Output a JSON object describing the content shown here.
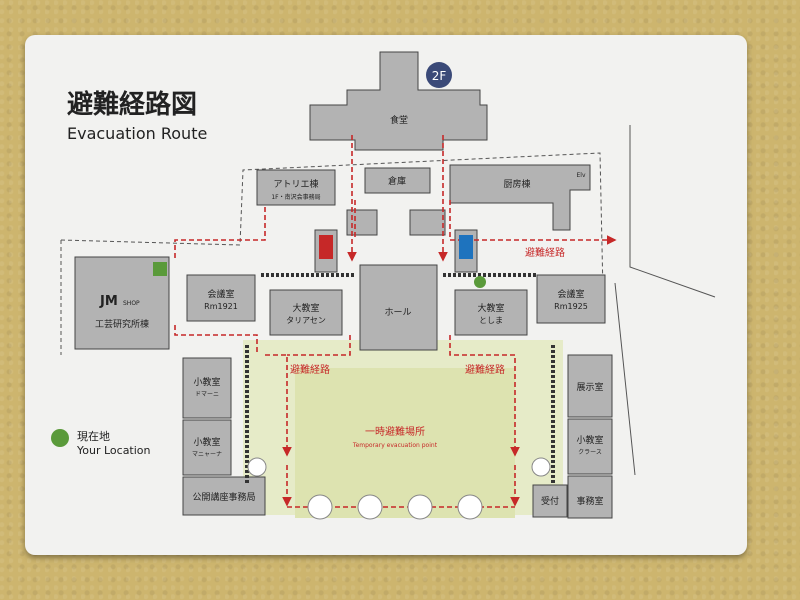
{
  "title_ja": "避難経路図",
  "title_en": "Evacuation Route",
  "floor_badge": "2F",
  "legend": {
    "label_ja": "現在地",
    "label_en": "Your Location"
  },
  "rooms": {
    "dining": "食堂",
    "atelier": "アトリエ棟",
    "atelier_sub": "1F・南沢会事務局",
    "storage": "倉庫",
    "kitchen": "厨房棟",
    "elv": "Elv",
    "craft_lab": "工芸研究所棟",
    "shop_logo": "JM",
    "shop_sub": "SHOP",
    "meeting_left": "会議室",
    "meeting_left_rm": "Rm1921",
    "lecture_left": "大教室",
    "lecture_left_name": "タリアセン",
    "hall": "ホール",
    "lecture_right": "大教室",
    "lecture_right_name": "としま",
    "meeting_right": "会議室",
    "meeting_right_rm": "Rm1925",
    "small1": "小教室",
    "small1_name": "ドマーニ",
    "small2": "小教室",
    "small2_name": "マニャーナ",
    "extension_office": "公開講座事務局",
    "exhibition": "展示室",
    "small3": "小教室",
    "small3_name": "クラース",
    "reception": "受付",
    "office": "事務室"
  },
  "route_labels": [
    "避難経路",
    "避難経路",
    "避難経路"
  ],
  "assembly": {
    "label_ja": "一時避難場所",
    "label_en": "Temporary evacuation point"
  },
  "colors": {
    "route": "#c62828",
    "room": "#b3b3b3",
    "lawn": "#e6ebc8",
    "badge": "#3b4a78",
    "location": "#5a9a3a"
  },
  "icons": [
    "wheelchair-icon",
    "restroom-female-icon",
    "restroom-male-icon",
    "current-location-icon",
    "tree-icon"
  ]
}
